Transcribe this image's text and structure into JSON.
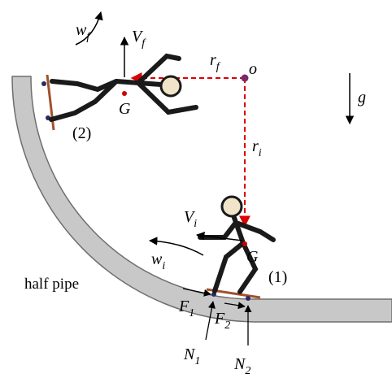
{
  "colors": {
    "pipe_fill": "#c8c8c8",
    "pipe_stroke": "#6e6e6e",
    "board": "#a0522d",
    "body": "#1a1a1a",
    "vector_red": "#dd0000",
    "wheel": "#2a2a66",
    "cg_point": "#cc0000"
  },
  "labels": {
    "origin": "o",
    "gravity": "g",
    "r_initial_main": "r",
    "r_initial_sub": "i",
    "r_final_main": "r",
    "r_final_sub": "f",
    "v_final_main": "V",
    "v_final_sub": "f",
    "w_final_main": "w",
    "w_final_sub": "f",
    "v_initial_main": "V",
    "v_initial_sub": "i",
    "w_initial_main": "w",
    "w_initial_sub": "i",
    "cg_top": "G",
    "cg_bottom": "G",
    "position_2": "(2)",
    "position_1": "(1)",
    "half_pipe": "half pipe",
    "f1_main": "F",
    "f1_sub": "1",
    "f2_main": "F",
    "f2_sub": "2",
    "n1_main": "N",
    "n1_sub": "1",
    "n2_main": "N",
    "n2_sub": "2"
  }
}
